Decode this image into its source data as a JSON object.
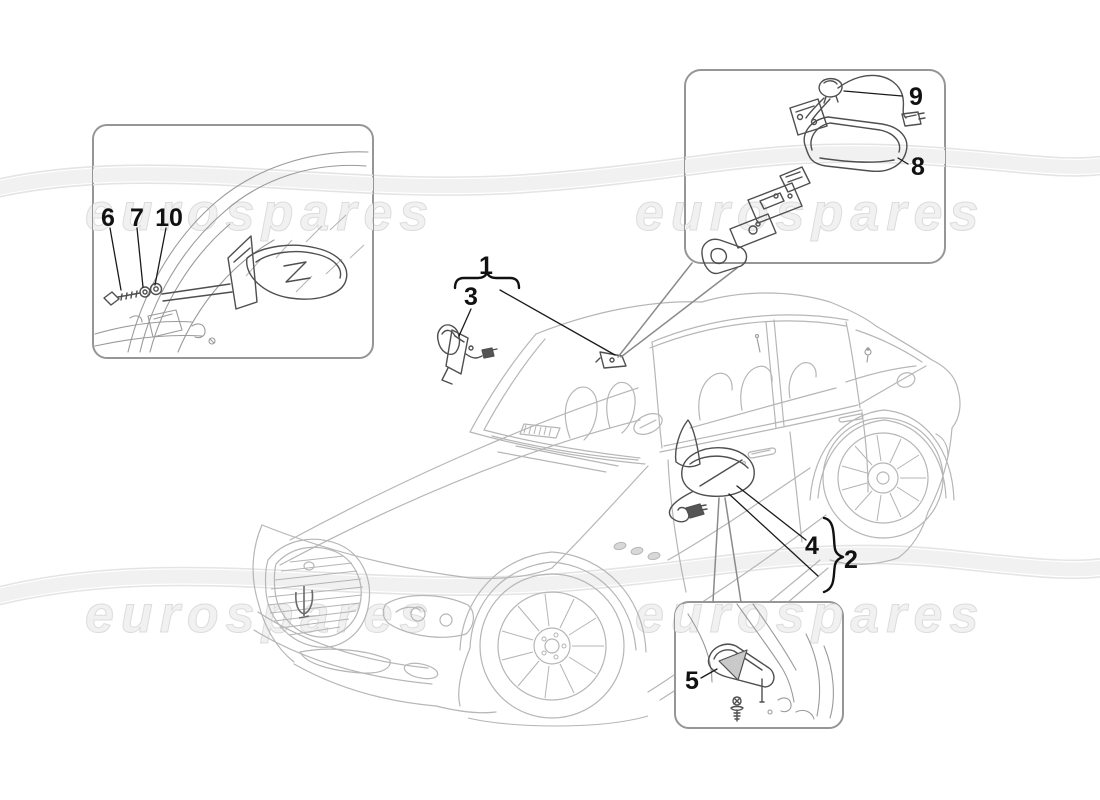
{
  "page": {
    "kind": "parts-diagram",
    "background": "#ffffff"
  },
  "watermark": {
    "text": "eurospares"
  },
  "callouts": {
    "n1": "1",
    "n2": "2",
    "n3": "3",
    "n4": "4",
    "n5": "5",
    "n6": "6",
    "n7": "7",
    "n8": "8",
    "n9": "9",
    "n10": "10"
  },
  "colors": {
    "car_line": "#b6b6b6",
    "part_line": "#4f4f4f",
    "inset_border": "#969696",
    "callout_text": "#111111",
    "watermark_fill": "#f1f1f1",
    "watermark_stroke": "#dcdcdc",
    "swoosh": "#f1f1f1",
    "gasket_shade": "#c9c9c9"
  }
}
